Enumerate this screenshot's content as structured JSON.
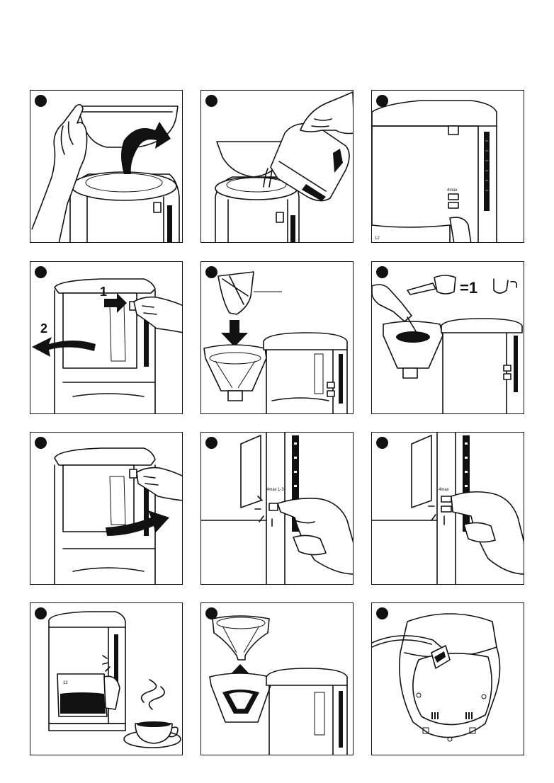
{
  "panels": [
    {
      "id": 1,
      "desc": "open-lid"
    },
    {
      "id": 2,
      "desc": "fill-water"
    },
    {
      "id": 3,
      "desc": "water-level"
    },
    {
      "id": 4,
      "desc": "swing-out-filter"
    },
    {
      "id": 5,
      "desc": "insert-paper-filter"
    },
    {
      "id": 6,
      "desc": "add-coffee"
    },
    {
      "id": 7,
      "desc": "swing-in-filter"
    },
    {
      "id": 8,
      "desc": "press-switch-on"
    },
    {
      "id": 9,
      "desc": "press-switch-off"
    },
    {
      "id": 10,
      "desc": "coffee-ready"
    },
    {
      "id": 11,
      "desc": "remove-filter"
    },
    {
      "id": 12,
      "desc": "cord-storage"
    }
  ],
  "labels": {
    "step_1": "1",
    "step_2": "2",
    "measure": "=1",
    "cup_mark": "12",
    "switch_label": "4max",
    "aroma_label": "1-3"
  }
}
